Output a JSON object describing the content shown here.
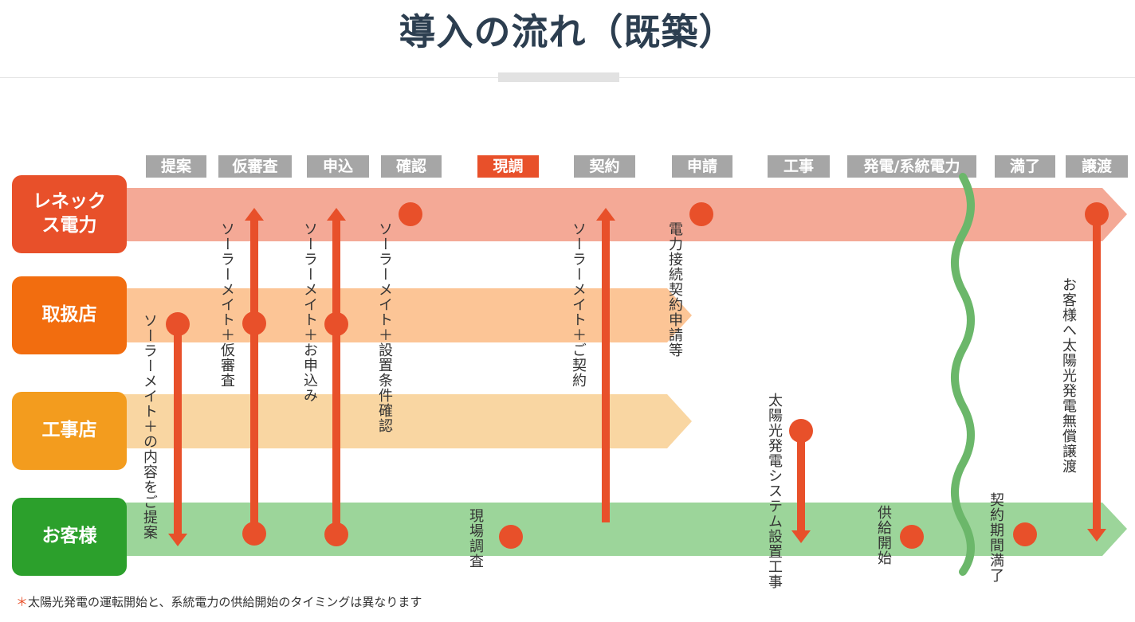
{
  "title": "導入の流れ（既築）",
  "steps": [
    "提案",
    "仮審査",
    "申込",
    "確認",
    "現調",
    "契約",
    "申請",
    "工事",
    "発電/系統電力",
    "満了",
    "譲渡"
  ],
  "actors": {
    "renex": "レネックス電力",
    "dealer": "取扱店",
    "contractor": "工事店",
    "customer": "お客様"
  },
  "labels": {
    "proposal": "ソーラーメイト＋の内容をご提案",
    "prescreen": "ソーラーメイト＋仮審査",
    "apply": "ソーラーメイト＋お申込み",
    "confirm": "ソーラーメイト＋設置条件確認",
    "contract": "ソーラーメイト＋ご契約",
    "grid_application": "電力接続契約申請等",
    "site_survey": "現場調査",
    "installation": "太陽光発電システム設置工事",
    "supply_start": "供給開始",
    "expiry": "契約期間満了",
    "transfer": "お客様へ太陽光発電無償譲渡"
  },
  "footnote": {
    "mark": "＊",
    "text": "太陽光発電の運転開始と、系統電力の供給開始のタイミングは異なります"
  },
  "colors": {
    "accent": "#e8502a",
    "renex_lane": "#f4a996",
    "dealer_lane": "#fcc596",
    "contractor_lane": "#f9d6a2",
    "customer_lane": "#9cd59a",
    "wave": "#6bb76a",
    "step_bg": "#a6a6a6"
  }
}
